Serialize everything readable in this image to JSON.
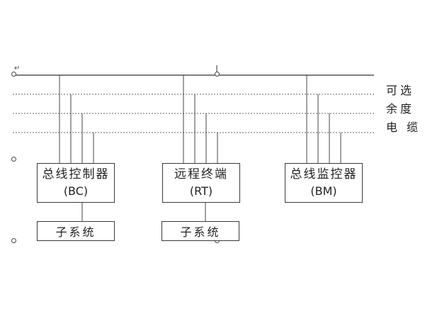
{
  "diagram": {
    "title": "1553B bus network structure",
    "nodes": {
      "bc": {
        "name": "总线控制器",
        "code": "(BC)"
      },
      "rt": {
        "name": "远程终端",
        "code": "(RT)"
      },
      "bm": {
        "name": "总线监控器",
        "code": "(BM)"
      }
    },
    "subsystems": {
      "bc": "子系统",
      "rt": "子系统"
    },
    "cable_label": {
      "line1": "可选",
      "line2": "余度",
      "line3": "电  缆"
    },
    "return_mark": "↵"
  },
  "colors": {
    "line": "#333333",
    "dotted": "#666666"
  }
}
